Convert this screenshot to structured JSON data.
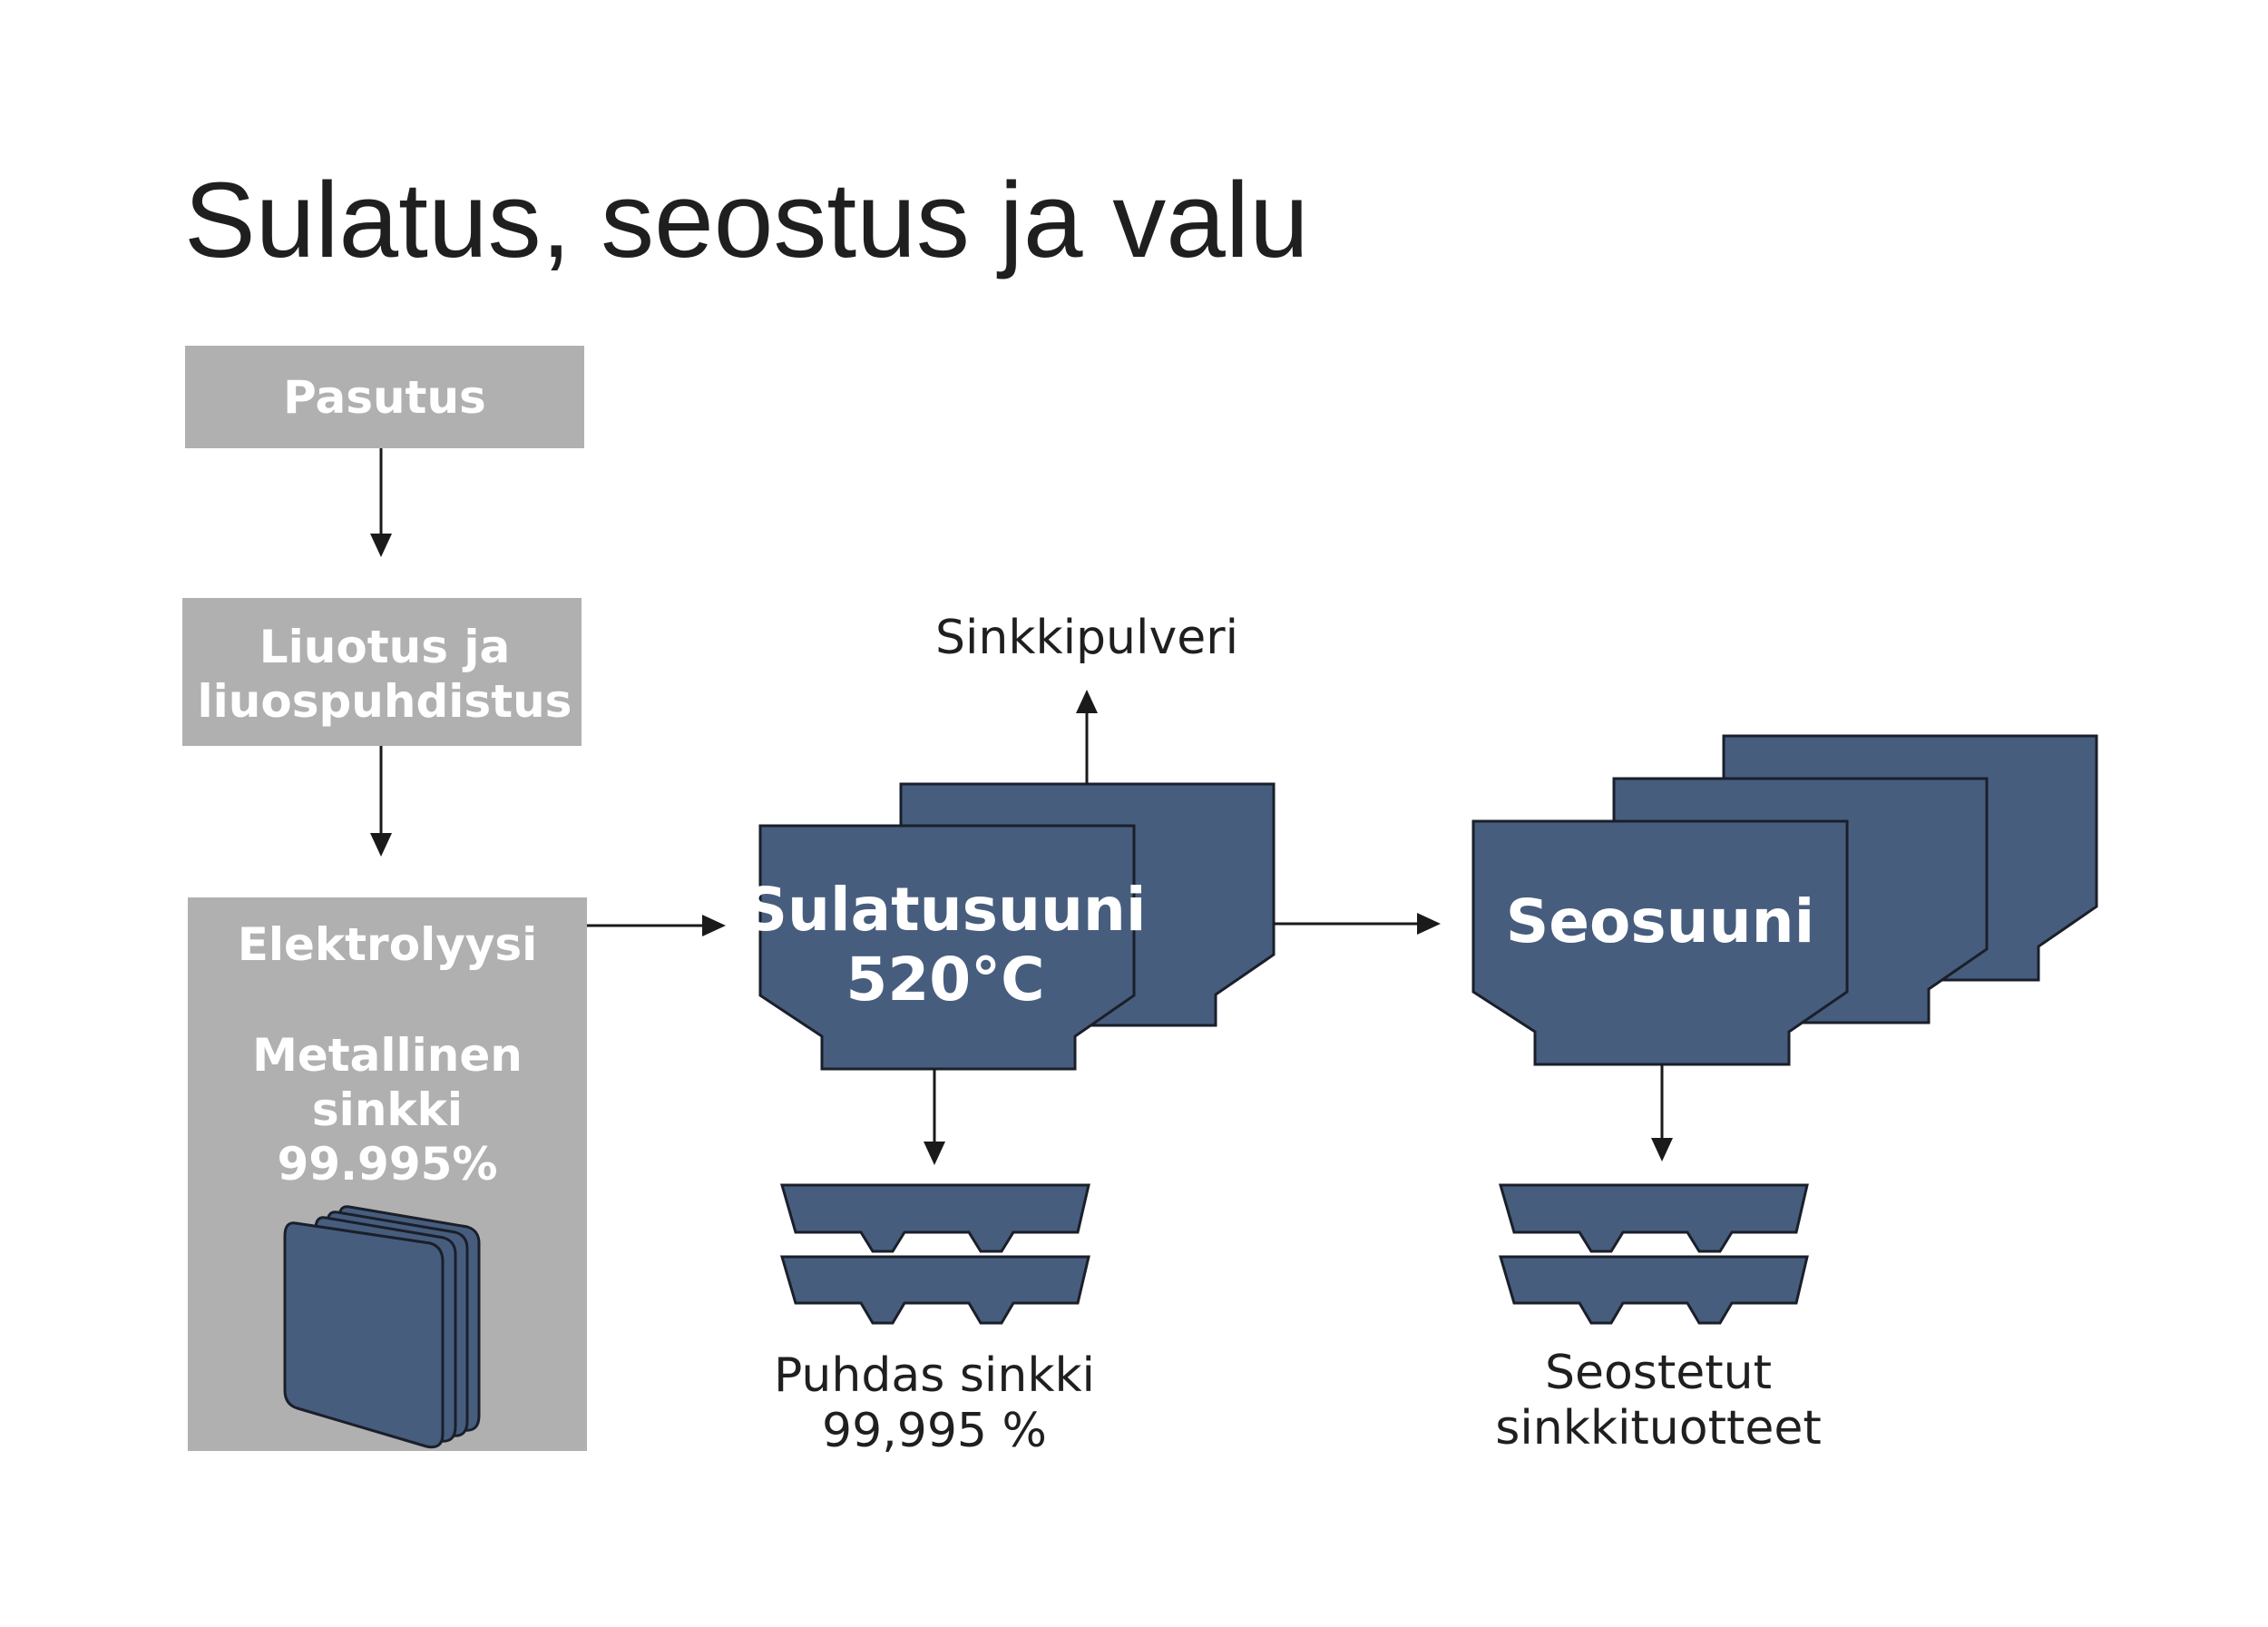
{
  "title": "Sulatus, seostus ja valu",
  "steps": {
    "roasting": "Pasutus",
    "leaching_line1": "Liuotus ja",
    "leaching_line2": "liuospuhdistus",
    "electrolysis": "Elektrolyysi",
    "metal_line1": "Metallinen",
    "metal_line2": "sinkki",
    "metal_line3": "99.995%"
  },
  "melting_furnace": {
    "name": "Sulatusuuni",
    "temperature": "520°C"
  },
  "zinc_powder": "Sinkkipulveri",
  "alloy_furnace": {
    "name": "Seosuuni"
  },
  "products": {
    "pure_line1": "Puhdas sinkki",
    "pure_line2": "99,995 %",
    "alloyed_line1": "Seostetut",
    "alloyed_line2": "sinkkituotteet"
  },
  "colors": {
    "box_gray": "#b0b0b0",
    "furnace_navy": "#475d7e",
    "outline": "#1a1f2a",
    "text_dark": "#1f1f1f"
  }
}
